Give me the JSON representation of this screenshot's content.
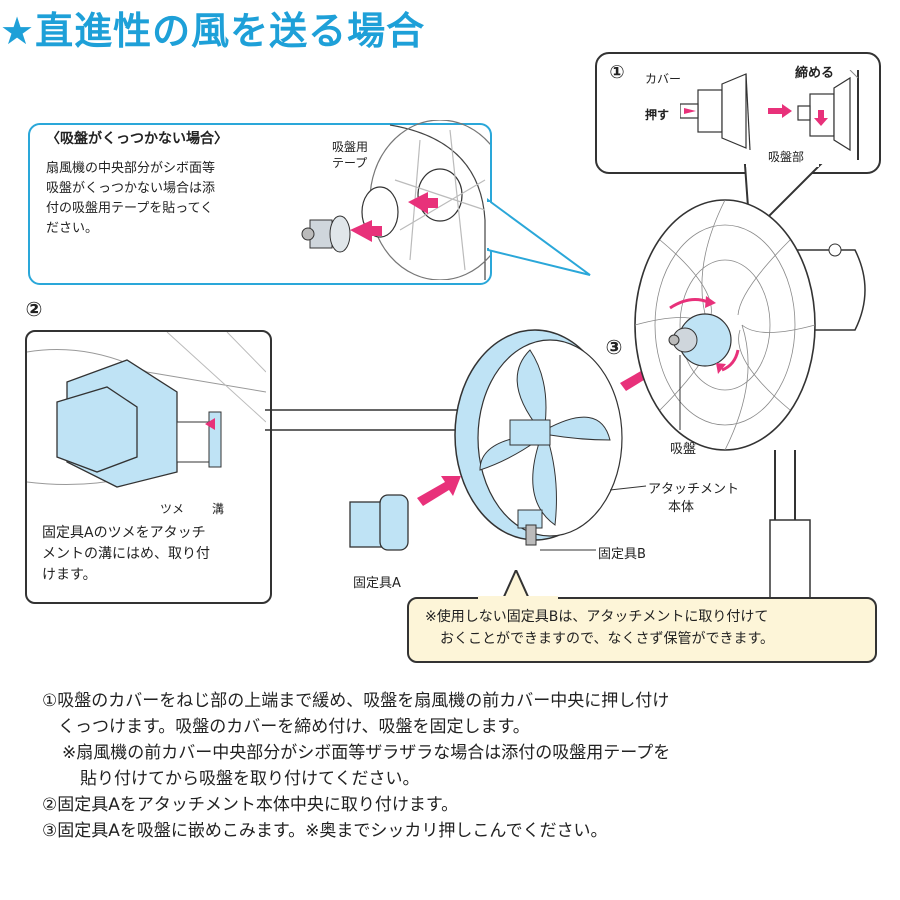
{
  "title": "★直進性の風を送る場合",
  "suction_note": {
    "heading": "〈吸盤がくっつかない場合〉",
    "lines": [
      "扇風機の中央部分がシボ面等",
      "吸盤がくっつかない場合は添",
      "付の吸盤用テープを貼ってく",
      "ださい。"
    ],
    "tape_label_1": "吸盤用",
    "tape_label_2": "テープ"
  },
  "step1": {
    "num": "①",
    "cover": "カバー",
    "push": "押す",
    "tighten": "締める",
    "suction_part": "吸盤部"
  },
  "step2": {
    "num": "②",
    "tsume": "ツメ",
    "mizo": "溝",
    "desc": [
      "固定具Aのツメをアタッチ",
      "メントの溝にはめ、取り付",
      "けます。"
    ]
  },
  "step3": {
    "num": "③",
    "suction": "吸盤"
  },
  "labels": {
    "attachment_1": "アタッチメント",
    "attachment_2": "本体",
    "fixture_b": "固定具B",
    "fixture_a": "固定具A"
  },
  "yellow_note": [
    "※使用しない固定具Bは、アタッチメントに取り付けて",
    "おくことができますので、なくさず保管ができます。"
  ],
  "instructions": [
    "①吸盤のカバーをねじ部の上端まで緩め、吸盤を扇風機の前カバー中央に押し付け",
    "くっつけます。吸盤のカバーを締め付け、吸盤を固定します。",
    "※扇風機の前カバー中央部分がシボ面等ザラザラな場合は添付の吸盤用テープを",
    "貼り付けてから吸盤を取り付けてください。",
    "②固定具Aをアタッチメント本体中央に取り付けます。",
    "③固定具Aを吸盤に嵌めこみます。※奥までシッカリ押しこんでください。"
  ],
  "colors": {
    "accent": "#1ea0d8",
    "arrow": "#e8317a",
    "part_blue": "#bfe3f5",
    "note_bg": "#fdf5d8"
  }
}
